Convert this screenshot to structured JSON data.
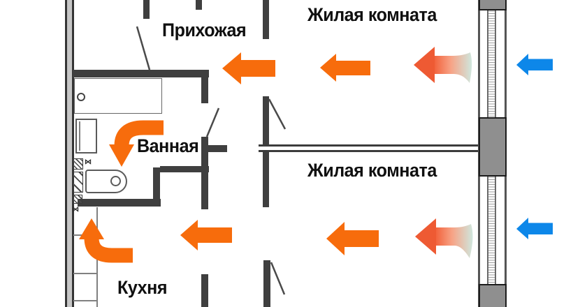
{
  "diagram": {
    "kind": "apartment-ventilation-floor-plan",
    "language": "ru"
  },
  "rooms": {
    "living_room_1": "Жилая комната",
    "living_room_2": "Жилая комната",
    "hallway": "Прихожая",
    "bathroom": "Ванная",
    "kitchen": "Кухня"
  },
  "colors": {
    "background": "#ffffff",
    "wall": "#3f3f3f",
    "pier_fill": "#8f8f8f",
    "pier_border": "#1c1c1c",
    "flow_warm": "#f76c0c",
    "flow_cold": "#0d87e9",
    "grad_head": "#ee5a33",
    "grad_start": "#f2613a",
    "grad_mid": "#f7a386",
    "grad_tail": "#cfe7de"
  },
  "airflow": {
    "cold_supply_arrows": [
      {
        "id": "blue-arrow-window-1",
        "direction": "left"
      },
      {
        "id": "blue-arrow-window-2",
        "direction": "left"
      }
    ],
    "warming_gradient_arrows": [
      {
        "id": "gradient-arrow-living-room-1",
        "direction": "left"
      },
      {
        "id": "gradient-arrow-living-room-2",
        "direction": "left"
      }
    ],
    "warm_flow_arrows": [
      {
        "id": "orange-arrow-living-room-1",
        "direction": "left"
      },
      {
        "id": "orange-arrow-hallway",
        "direction": "left"
      },
      {
        "id": "orange-arrow-living-room-2",
        "direction": "left"
      },
      {
        "id": "orange-arrow-corridor-to-kitchen",
        "direction": "left"
      },
      {
        "id": "orange-arrow-bathroom-vent",
        "direction": "curved-down"
      },
      {
        "id": "orange-arrow-kitchen-vent",
        "direction": "curved-up"
      }
    ]
  },
  "symbols": {
    "riser": "⋈"
  }
}
